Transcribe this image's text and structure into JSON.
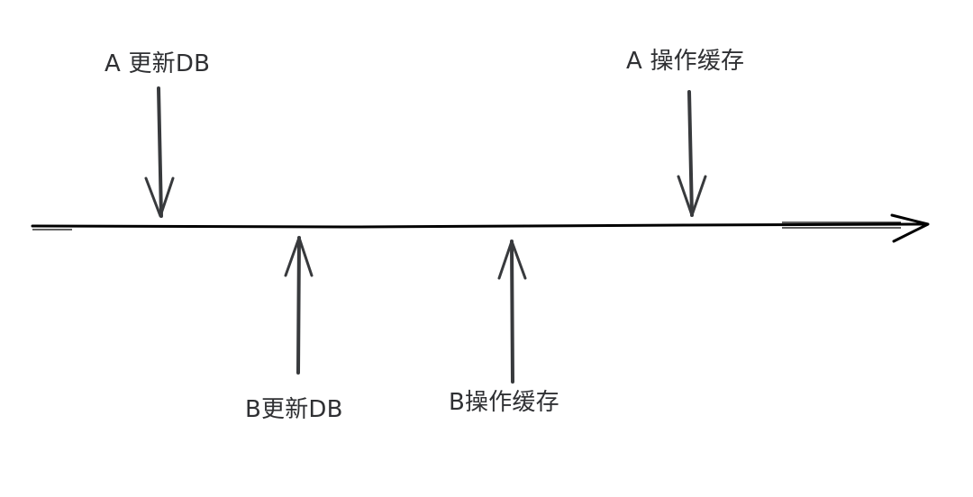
{
  "diagram": {
    "events_above": [
      {
        "id": "a-db",
        "label": "A 更新DB"
      },
      {
        "id": "a-cache",
        "label": "A 操作缓存"
      }
    ],
    "events_below": [
      {
        "id": "b-db",
        "label": "B更新DB"
      },
      {
        "id": "b-cache",
        "label": "B操作缓存"
      }
    ],
    "colors": {
      "timeline": "#000000",
      "arrows": "#383a3d",
      "text": "#2f3033",
      "background": "#ffffff"
    }
  }
}
